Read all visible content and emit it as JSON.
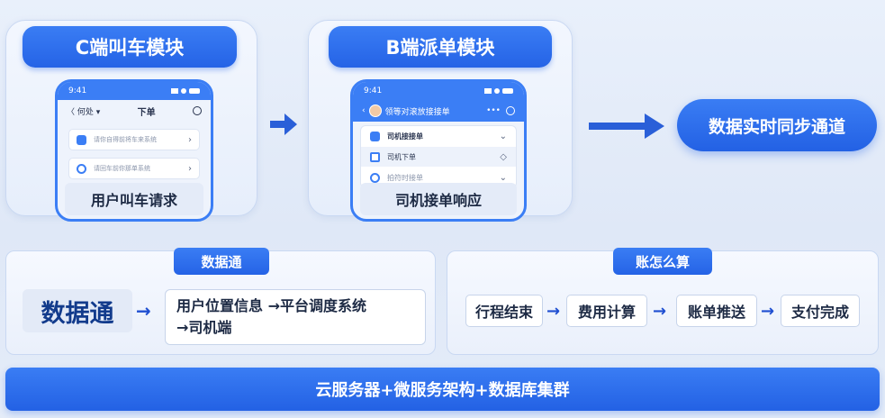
{
  "c_module": {
    "title": "C端叫车模块",
    "phone": {
      "time": "9:41",
      "back_label": "〈 何处 ▾",
      "page_title": "下单",
      "items": [
        {
          "text": "请你自得前将车来系统",
          "icon": "document-icon"
        },
        {
          "text": "请回车前你那单系统",
          "icon": "shield-icon"
        }
      ]
    },
    "caption": "用户叫车请求"
  },
  "b_module": {
    "title": "B端派单模块",
    "phone": {
      "time": "9:41",
      "page_title": "领等对滚放接接单",
      "menu_dots": "•••",
      "items": [
        {
          "text": "司机接接单",
          "icon": "driver-icon",
          "chevron": "⌄"
        },
        {
          "text": "司机下单",
          "icon": "document-icon",
          "chevron": "◇"
        },
        {
          "text": "拍符时接单",
          "icon": "shield-icon",
          "chevron": "⌄"
        }
      ]
    },
    "caption": "司机接单响应"
  },
  "sync_channel": "数据实时同步通道",
  "data_panel": {
    "tab": "数据通",
    "big_word": "数据通",
    "arrow": "→",
    "flow_line1": "用户位置信息 →平台调度系统",
    "flow_line2": "→司机端"
  },
  "billing_panel": {
    "tab": "账怎么算",
    "steps": [
      "行程结束",
      "费用计算",
      "账单推送",
      "支付完成"
    ],
    "arrow": "→"
  },
  "bottom_bar": "云服务器+微服务架构+数据库集群",
  "colors": {
    "accent": "#2563e6",
    "background": "#e6edf9",
    "text": "#1d2a44"
  }
}
